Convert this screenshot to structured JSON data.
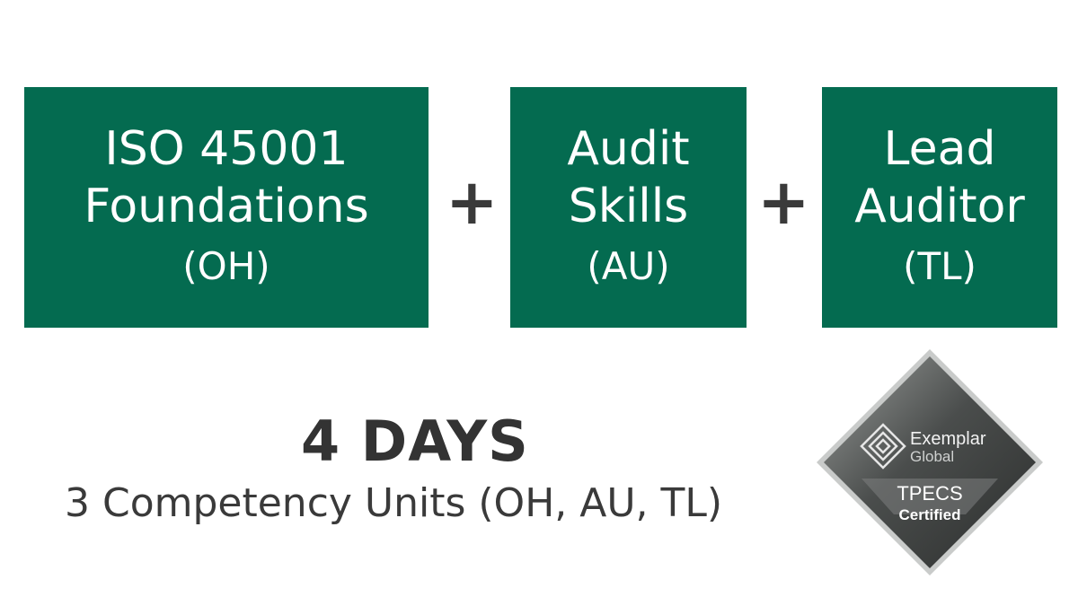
{
  "boxes": [
    {
      "line1": "ISO 45001",
      "line2": "Foundations",
      "code": "(OH)"
    },
    {
      "line1": "Audit",
      "line2": "Skills",
      "code": "(AU)"
    },
    {
      "line1": "Lead",
      "line2": "Auditor",
      "code": "(TL)"
    }
  ],
  "operators": [
    "+",
    "+"
  ],
  "duration": "4 DAYS",
  "units_text": "3 Competency Units (OH, AU, TL)",
  "badge": {
    "brand_line1": "Exemplar",
    "brand_line2": "Global",
    "cert_line1": "TPECS",
    "cert_line2": "Certified"
  },
  "colors": {
    "box": "#046b50",
    "text_dark": "#333333"
  }
}
